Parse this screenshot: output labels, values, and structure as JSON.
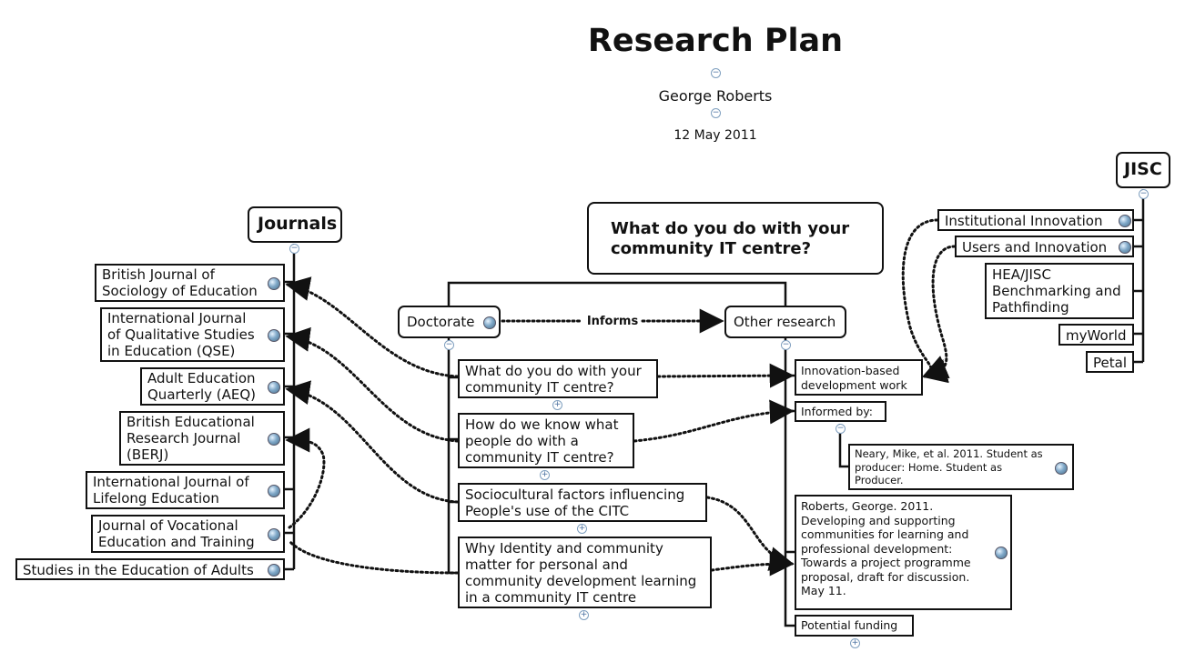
{
  "header": {
    "title": "Research Plan",
    "author": "George Roberts",
    "date": "12 May 2011"
  },
  "central": {
    "title": "What do you do with your community IT centre?"
  },
  "doctorate": {
    "label": "Doctorate",
    "link_label": "Informs",
    "items": [
      "What do you do with your community IT centre?",
      "How do we know what people do with a community IT centre?",
      "Sociocultural factors influencing People's use of the CITC",
      "Why Identity and community matter for personal and community development learning in a community IT centre"
    ]
  },
  "other_research": {
    "label": "Other research",
    "innovation": "Innovation-based development work",
    "informed_by": "Informed by:",
    "neary": "Neary, Mike, et al. 2011. Student as producer: Home. Student as Producer.",
    "roberts": "Roberts, George. 2011. Developing and supporting communities for learning and professional development: Towards a project programme proposal, draft for discussion. May 11.",
    "funding": "Potential funding"
  },
  "journals": {
    "title": "Journals",
    "items": [
      "British Journal of Sociology of Education",
      "International Journal of Qualitative Studies in Education (QSE)",
      "Adult Education Quarterly (AEQ)",
      "British Educational Research Journal (BERJ)",
      "International Journal of Lifelong Education",
      "Journal of Vocational Education and Training",
      "Studies in the Education of Adults"
    ]
  },
  "jisc": {
    "title": "JISC",
    "items": [
      "Institutional Innovation",
      "Users and Innovation",
      "HEA/JISC Benchmarking and Pathfinding",
      "myWorld",
      "Petal"
    ]
  },
  "icons": {
    "link": "globe-icon",
    "collapse": "collapse-icon",
    "expand": "expand-icon"
  }
}
